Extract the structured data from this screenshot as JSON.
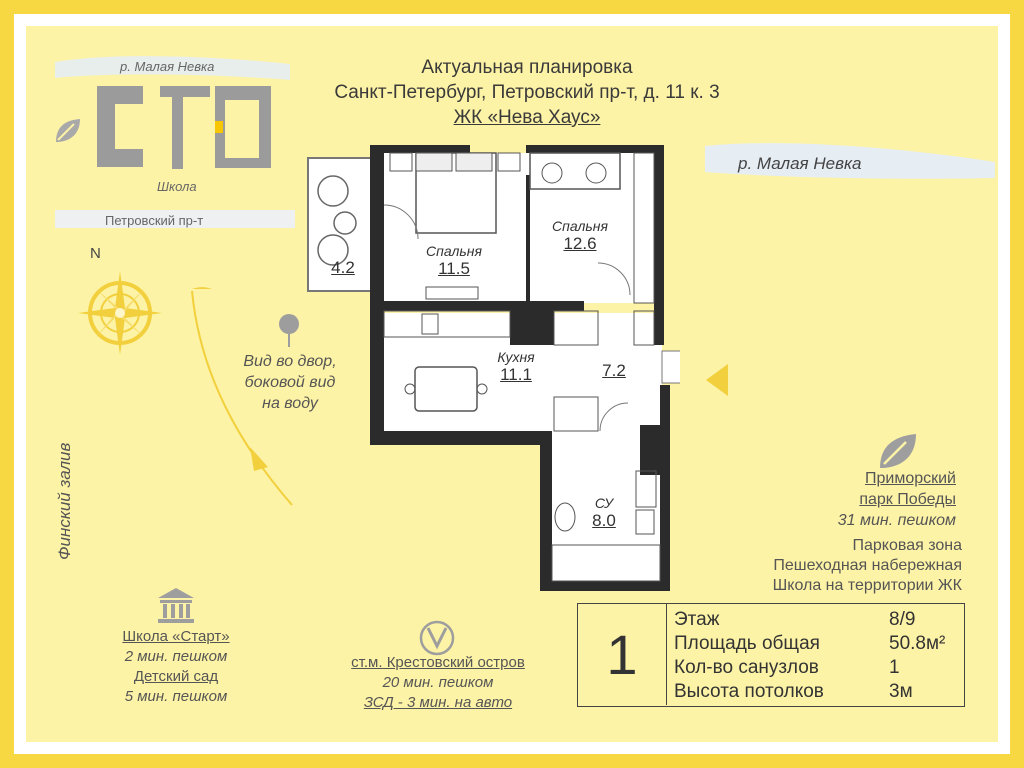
{
  "header": {
    "line1": "Актуальная планировка",
    "line2": "Санкт-Петербург, Петровский пр-т, д. 11 к. 3",
    "line3": "ЖК «Нева Хаус»"
  },
  "map": {
    "river_top": "р. Малая Невка",
    "school": "Школа",
    "avenue": "Петровский пр-т",
    "north": "N",
    "river_right": "р. Малая Невка",
    "gulf": "Финский залив"
  },
  "view": {
    "line1": "Вид во двор,",
    "line2": "боковой вид",
    "line3": "на воду"
  },
  "rooms": {
    "balcony": {
      "area": "4.2"
    },
    "bedroom1": {
      "name": "Спальня",
      "area": "11.5"
    },
    "bedroom2": {
      "name": "Спальня",
      "area": "12.6"
    },
    "kitchen": {
      "name": "Кухня",
      "area": "11.1"
    },
    "hall": {
      "area": "7.2"
    },
    "bath": {
      "name": "СУ",
      "area": "8.0"
    }
  },
  "park": {
    "name_line1": "Приморский",
    "name_line2": "парк Победы",
    "time": "31 мин. пешком",
    "feat1": "Парковая зона",
    "feat2": "Пешеходная набережная",
    "feat3": "Школа на территории ЖК"
  },
  "school_block": {
    "school": "Школа «Старт»",
    "school_time": "2 мин. пешком",
    "kinder": "Детский сад",
    "kinder_time": "5 мин. пешком"
  },
  "metro": {
    "station": "ст.м. Крестовский остров",
    "walk": "20 мин. пешком",
    "car": "ЗСД - 3 мин. на авто"
  },
  "summary": {
    "rooms_count": "1",
    "rows": [
      {
        "label": "Этаж",
        "value": "8/9"
      },
      {
        "label": "Площадь общая",
        "value": "50.8м²"
      },
      {
        "label": "Кол-во санузлов",
        "value": "1"
      },
      {
        "label": "Высота потолков",
        "value": "3м"
      }
    ]
  },
  "colors": {
    "accent": "#f7d742",
    "wall": "#2b2b2b",
    "river": "#e8eef4"
  }
}
